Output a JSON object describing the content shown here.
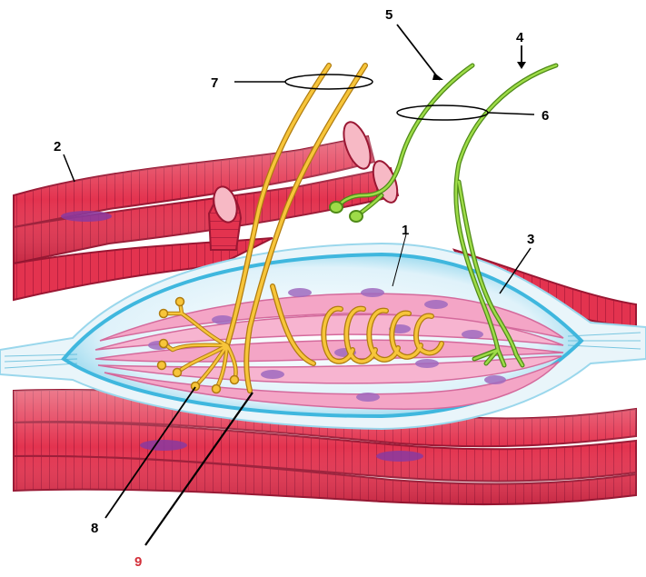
{
  "labels": [
    {
      "id": "label-1",
      "text": "1",
      "color": "#000000"
    },
    {
      "id": "label-2",
      "text": "2",
      "color": "#000000"
    },
    {
      "id": "label-3",
      "text": "3",
      "color": "#000000"
    },
    {
      "id": "label-4",
      "text": "4",
      "color": "#000000"
    },
    {
      "id": "label-5",
      "text": "5",
      "color": "#000000"
    },
    {
      "id": "label-6",
      "text": "6",
      "color": "#000000"
    },
    {
      "id": "label-7",
      "text": "7",
      "color": "#000000"
    },
    {
      "id": "label-8",
      "text": "8",
      "color": "#000000"
    },
    {
      "id": "label-9",
      "text": "9",
      "color": "#d3303a"
    }
  ],
  "colors": {
    "extrafusal_fiber": "#e0304e",
    "extrafusal_dark": "#b51e3a",
    "capsule": "#4fc3e3",
    "capsule_fill": "#eaf6fb",
    "intrafusal_fiber": "#f6a8c8",
    "nucleus": "#9a5cb5",
    "afferent_nerve": "#f2b632",
    "efferent_nerve": "#8fd13a"
  }
}
